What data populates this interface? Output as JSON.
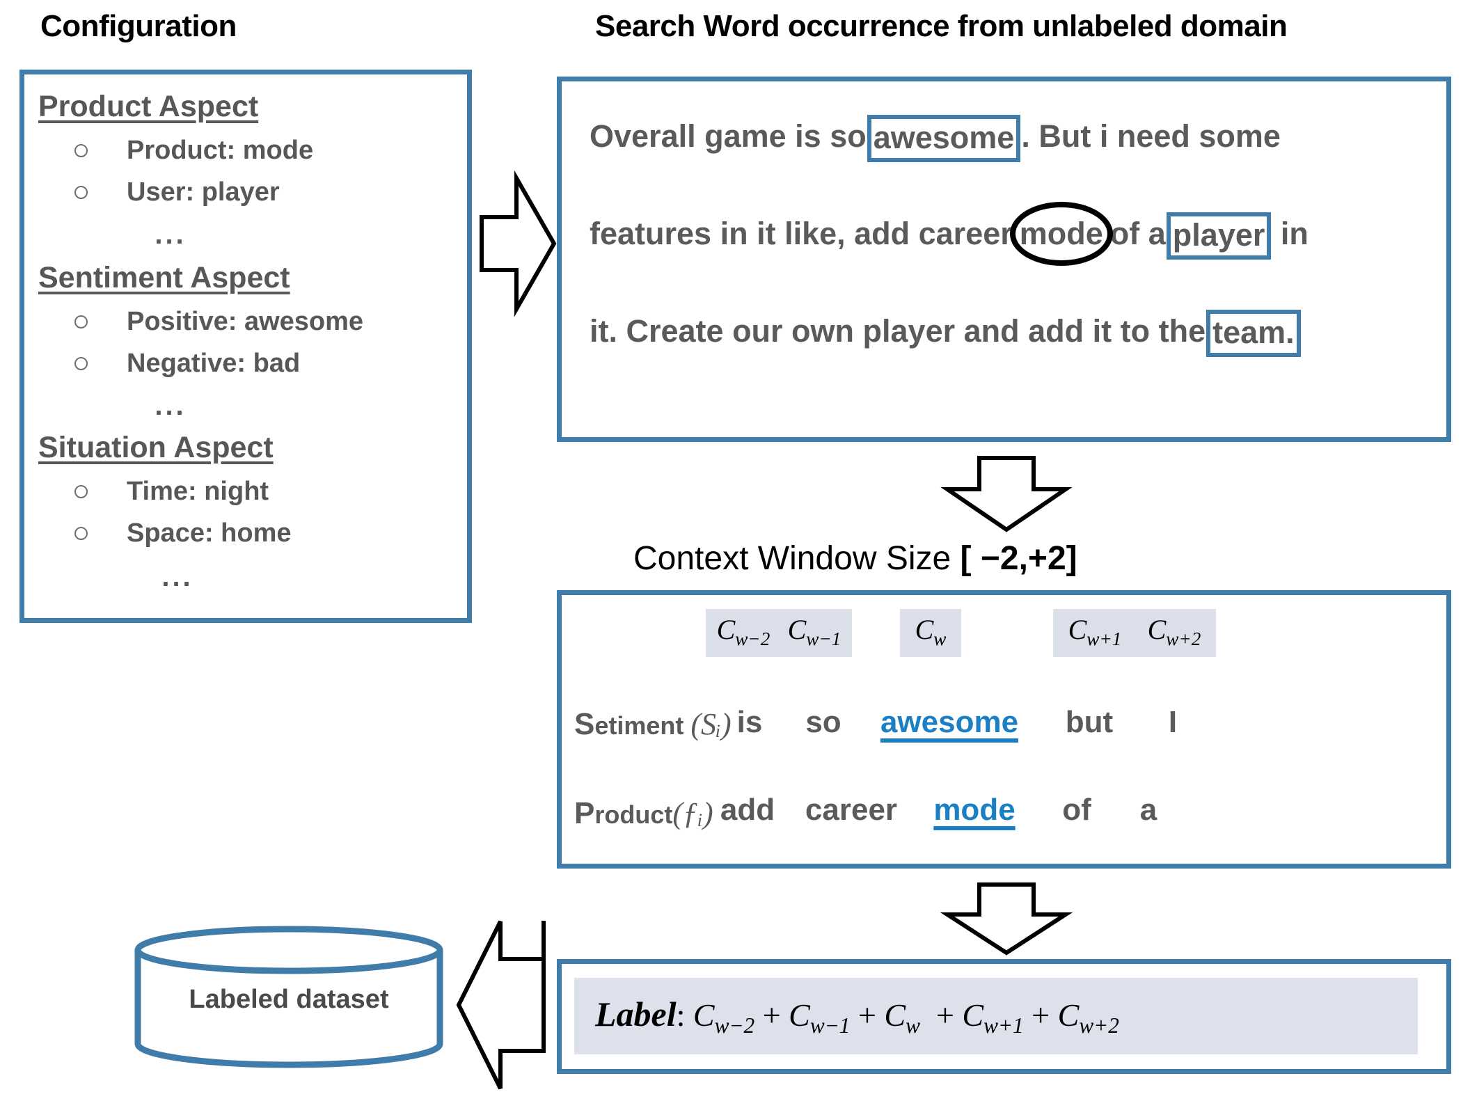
{
  "headers": {
    "configuration": "Configuration",
    "search": "Search Word occurrence from unlabeled domain",
    "context_window": "Context Window Size ",
    "context_window_range": "[ −2,+2]"
  },
  "colors": {
    "accent_blue": "#3f7caa",
    "keyword_blue": "#1b7fc4",
    "body_gray": "#5a5a5a",
    "tag_fill": "#dbdfea",
    "label_fill": "#dde1ec"
  },
  "configuration": {
    "groups": [
      {
        "heading": "Product Aspect",
        "items": [
          "Product: mode",
          "User: player"
        ],
        "ellipsis": "..."
      },
      {
        "heading": "Sentiment Aspect",
        "items": [
          "Positive: awesome",
          "Negative: bad"
        ],
        "ellipsis": "..."
      },
      {
        "heading": "Situation Aspect",
        "items": [
          "Time: night",
          "Space: home"
        ],
        "ellipsis": "..."
      }
    ]
  },
  "review": {
    "line1": {
      "before": "Overall game is so",
      "boxed": "awesome",
      "after": ". But i need some"
    },
    "line2": {
      "before": "features in it like, add career",
      "circled": "mode",
      "middle": "of a",
      "boxed": "player",
      "after": "in"
    },
    "line3": {
      "before": "it. Create our own player and add it to the",
      "boxed": "team."
    }
  },
  "context": {
    "tags": [
      {
        "base": "C",
        "sub": "w−2"
      },
      {
        "base": "C",
        "sub": "w−1"
      },
      {
        "base": "C",
        "sub": "w"
      },
      {
        "base": "C",
        "sub": "w+1"
      },
      {
        "base": "C",
        "sub": "w+2"
      }
    ],
    "rows": [
      {
        "label_text": "S",
        "label_rest": "etiment ",
        "label_symbol": "(Sᵢ)",
        "words": [
          "is",
          "so",
          "awesome",
          "but",
          "I"
        ],
        "keyword_index": 2
      },
      {
        "label_text": "P",
        "label_rest": "roduct",
        "label_symbol": "(ƒᵢ)",
        "words": [
          "add",
          "career",
          "mode",
          "of",
          "a"
        ],
        "keyword_index": 2
      }
    ]
  },
  "label_box": {
    "prefix": "Label",
    "colon": ":",
    "terms": [
      {
        "base": "C",
        "sub": "w−2"
      },
      {
        "base": "C",
        "sub": "w−1"
      },
      {
        "base": "C",
        "sub": "w"
      },
      {
        "base": "C",
        "sub": "w+1"
      },
      {
        "base": "C",
        "sub": "w+2"
      }
    ],
    "operator": "+"
  },
  "dataset": {
    "label": "Labeled dataset"
  },
  "icons": {
    "arrow_right": "right-arrow-icon",
    "arrow_down_1": "down-arrow-icon",
    "arrow_down_2": "down-arrow-icon",
    "arrow_left": "left-arrow-icon",
    "database": "database-cylinder-icon"
  }
}
